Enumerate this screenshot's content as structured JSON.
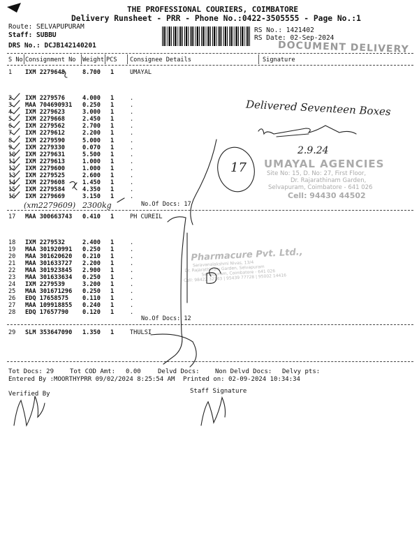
{
  "header": {
    "title": "THE PROFESSIONAL COURIERS, COIMBATORE",
    "subtitle": "Delivery Runsheet - PRR - Phone No.:0422-3505555 - Page No.:1",
    "route": "Route: SELVAPUPURAM",
    "staff": "Staff: SUBBU",
    "drs": "DRS No.: DCJB142140201",
    "rs_no": "RS No.: 1421402",
    "rs_date": "RS Date: 02-Sep-2024",
    "stamp": "DOCUMENT DELIVERY"
  },
  "columns": {
    "sno": "S No",
    "consignment": "Consignment No",
    "weight": "Weight",
    "pcs": "PCS",
    "consignee": "Consignee Details",
    "signature": "Signature"
  },
  "rows": [
    {
      "sno": "1",
      "cn": "IXM 2279648",
      "wt": "8.700",
      "pcs": "1",
      "cd": "UMAYAL"
    },
    {
      "sno": "2",
      "cn": "IXM 2279576",
      "wt": "4.000",
      "pcs": "1",
      "cd": "."
    },
    {
      "sno": "3",
      "cn": "MAA 704690931",
      "wt": "0.250",
      "pcs": "1",
      "cd": "."
    },
    {
      "sno": "4",
      "cn": "IXM 2279623",
      "wt": "3.000",
      "pcs": "1",
      "cd": "."
    },
    {
      "sno": "5",
      "cn": "IXM 2279668",
      "wt": "2.450",
      "pcs": "1",
      "cd": "."
    },
    {
      "sno": "6",
      "cn": "IXM 2279562",
      "wt": "2.700",
      "pcs": "1",
      "cd": "."
    },
    {
      "sno": "7",
      "cn": "IXM 2279612",
      "wt": "2.200",
      "pcs": "1",
      "cd": "."
    },
    {
      "sno": "8",
      "cn": "IXM 2279590",
      "wt": "5.000",
      "pcs": "1",
      "cd": "."
    },
    {
      "sno": "9",
      "cn": "IXM 2279330",
      "wt": "0.070",
      "pcs": "1",
      "cd": "."
    },
    {
      "sno": "10",
      "cn": "IXM 2279631",
      "wt": "5.500",
      "pcs": "1",
      "cd": "."
    },
    {
      "sno": "11",
      "cn": "IXM 2279613",
      "wt": "1.000",
      "pcs": "1",
      "cd": "."
    },
    {
      "sno": "12",
      "cn": "IXM 2279600",
      "wt": "1.000",
      "pcs": "1",
      "cd": "."
    },
    {
      "sno": "13",
      "cn": "IXM 2279525",
      "wt": "2.600",
      "pcs": "1",
      "cd": "."
    },
    {
      "sno": "14",
      "cn": "IXM 2279608",
      "wt": "1.450",
      "pcs": "1",
      "cd": "."
    },
    {
      "sno": "15",
      "cn": "IXM 2279584",
      "wt": "4.350",
      "pcs": "1",
      "cd": "."
    },
    {
      "sno": "16",
      "cn": "IXM 2279669",
      "wt": "3.150",
      "pcs": "1",
      "cd": "."
    },
    {
      "sno": "17",
      "cn": "MAA 300663743",
      "wt": "0.410",
      "pcs": "1",
      "cd": "PH CUREIL"
    },
    {
      "sno": "18",
      "cn": "IXM 2279532",
      "wt": "2.400",
      "pcs": "1",
      "cd": "."
    },
    {
      "sno": "19",
      "cn": "MAA 301920991",
      "wt": "0.250",
      "pcs": "1",
      "cd": "."
    },
    {
      "sno": "20",
      "cn": "MAA 301620620",
      "wt": "0.210",
      "pcs": "1",
      "cd": "."
    },
    {
      "sno": "21",
      "cn": "MAA 301633727",
      "wt": "2.200",
      "pcs": "1",
      "cd": "."
    },
    {
      "sno": "22",
      "cn": "MAA 301923845",
      "wt": "2.900",
      "pcs": "1",
      "cd": "."
    },
    {
      "sno": "23",
      "cn": "MAA 301633634",
      "wt": "0.250",
      "pcs": "1",
      "cd": "."
    },
    {
      "sno": "24",
      "cn": "IXM 2279539",
      "wt": "3.200",
      "pcs": "1",
      "cd": "."
    },
    {
      "sno": "25",
      "cn": "MAA 301671296",
      "wt": "0.250",
      "pcs": "1",
      "cd": "."
    },
    {
      "sno": "26",
      "cn": "EDQ 17658575",
      "wt": "0.110",
      "pcs": "1",
      "cd": "."
    },
    {
      "sno": "27",
      "cn": "MAA 109918855",
      "wt": "0.240",
      "pcs": "1",
      "cd": "."
    },
    {
      "sno": "28",
      "cn": "EDQ 17657790",
      "wt": "0.120",
      "pcs": "1",
      "cd": "."
    },
    {
      "sno": "29",
      "cn": "SLM 353647090",
      "wt": "1.350",
      "pcs": "1",
      "cd": "THULSI"
    }
  ],
  "group_docs": {
    "g1": "No.Of Docs: 17",
    "g2": "No.Of Docs: 12"
  },
  "footer": {
    "tot_docs": "Tot Docs:  29",
    "tot_cod": "Tot COD Amt:",
    "cod_amount": "0.00",
    "delvd_docs": "Delvd Docs:",
    "non_delvd": "Non Delvd Docs:",
    "delvy_pts": "Delvy pts:",
    "entered_by": "Entered By :MOORTHYPRR 09/02/2024 8:25:54 AM",
    "printed_on": "Printed on: 02-09-2024 10:34:34",
    "verified_by": "Verified By",
    "staff_signature": "Staff Signature"
  },
  "handwriting": {
    "note1": "Delivered Seventeen Boxes",
    "extra_cn": "(xm2279609)",
    "extra_wt": "2300kg",
    "date": "2.9.24",
    "circled": "17"
  },
  "stamp_umayal": {
    "name": "UMAYAL AGENCIES",
    "line1": "Site No: 15, D. No: 27, First Floor,",
    "line2": "Dr. Rajarathinam Garden,",
    "line3": "Selvapuram, Coimbatore - 641 026",
    "cell": "Cell: 94430 44502"
  },
  "stamp_pharma": {
    "name": "Pharmacure Pvt. Ltd.,",
    "line1": "Saravanalakshmi Nivas, 13/4",
    "line2": "Dr. Rajarathinam Garden, Selvapuram",
    "line3": "Selvapuram, Coimbatore - 641 026",
    "line4": "Cell: 98422 32143 | 95439 77728 | 95002 14416"
  }
}
